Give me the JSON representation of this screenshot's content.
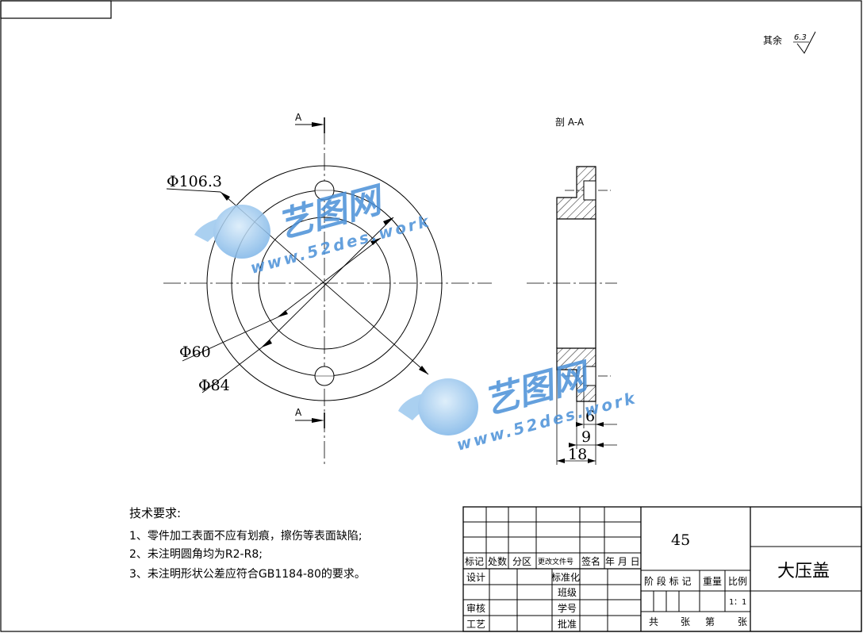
{
  "drawing": {
    "roughness": {
      "prefix": "其余",
      "value": "6.3"
    },
    "section_marker": "A",
    "section_title": "剖 A-A",
    "dimensions": {
      "outer_diameter": "Φ106.3",
      "bore_diameter": "Φ60",
      "hole_circle_diameter": "Φ84",
      "step_small": "6",
      "step_mid": "9",
      "thickness": "18"
    }
  },
  "tech_requirements": {
    "title": "技术要求:",
    "items": [
      "1、零件加工表面不应有划痕，擦伤等表面缺陷;",
      "2、未注明圆角均为R2-R8;",
      "3、未注明形状公差应符合GB1184-80的要求。"
    ]
  },
  "watermark": {
    "brand": "艺图网",
    "url": "www.52des.work"
  },
  "title_block": {
    "material": "45",
    "part_name": "大压盖",
    "headers": {
      "mark": "标记",
      "count": "处数",
      "zone": "分区",
      "change_doc": "更改文件号",
      "sign": "签名",
      "date": "年 月 日"
    },
    "roles": {
      "design": "设计",
      "standard": "标准化",
      "review": "审核",
      "class": "班级",
      "process": "工艺",
      "student_id": "学号",
      "approve": "批准"
    },
    "stage_mark": "阶 段 标 记",
    "weight": "重量",
    "scale_label": "比例",
    "scale_value": "1：1",
    "sheet": {
      "total_prefix": "共",
      "total_suffix": "张",
      "num_prefix": "第",
      "num_suffix": "张"
    }
  }
}
